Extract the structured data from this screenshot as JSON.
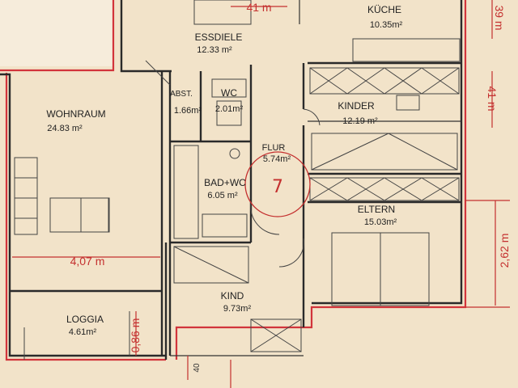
{
  "rooms": {
    "essdiele": {
      "name": "ESSDIELE",
      "area": "12.33 m²"
    },
    "kueche": {
      "name": "KÜCHE",
      "area": "10.35m²"
    },
    "wohnraum": {
      "name": "WOHNRAUM",
      "area": "24.83 m²"
    },
    "abst": {
      "name": "ABST.",
      "area": "1.66m²"
    },
    "wc": {
      "name": "WC",
      "area": "2.01m²"
    },
    "kinder": {
      "name": "KINDER",
      "area": "12.19 m²"
    },
    "flur": {
      "name": "FLUR",
      "area": "5.74m²"
    },
    "bad_wc": {
      "name": "BAD+WC",
      "area": "6.05 m²"
    },
    "eltern": {
      "name": "ELTERN",
      "area": "15.03m²"
    },
    "kind": {
      "name": "KIND",
      "area": "9.73m²"
    },
    "loggia": {
      "name": "LOGGIA",
      "area": "4.61m²"
    }
  },
  "dimensions": {
    "top_center": "41 m",
    "right_top": "39 m",
    "right_mid": "41 m",
    "right_lower": "2,62 m",
    "wohnraum_width": "4,07 m",
    "loggia_depth": "0,86 m",
    "bottom_small": "40"
  },
  "annotation": {
    "flat_number": "7"
  },
  "colors": {
    "paper": "#f2e3c9",
    "wall": "#2a2a2a",
    "red_marker": "#d2343b"
  }
}
